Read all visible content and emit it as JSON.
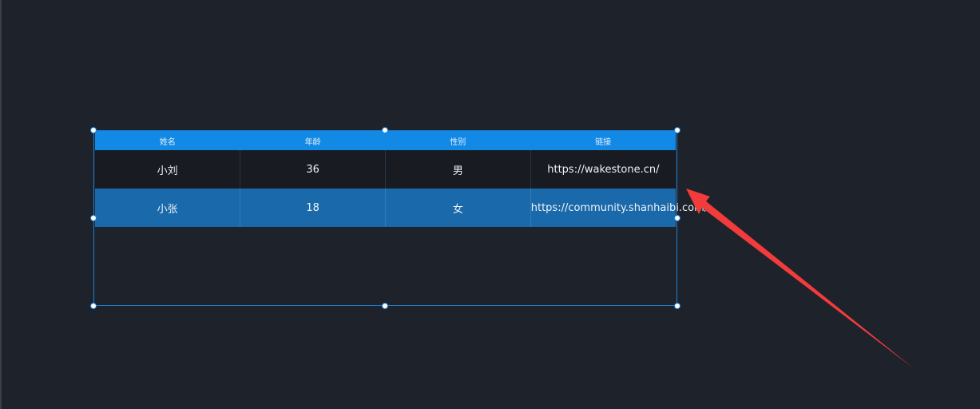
{
  "table": {
    "headers": [
      "姓名",
      "年龄",
      "性别",
      "链接"
    ],
    "rows": [
      [
        "小刘",
        "36",
        "男",
        "https://wakestone.cn/"
      ],
      [
        "小张",
        "18",
        "女",
        "https://community.shanhaibi.com/"
      ]
    ]
  },
  "colors": {
    "background": "#1d222b",
    "header": "#1389e6",
    "row_odd": "#181b21",
    "row_even": "#1a69ab",
    "selection": "#1e7fd6",
    "arrow": "#f23b3b"
  },
  "icons": {
    "annotation": "red-arrow-icon"
  }
}
